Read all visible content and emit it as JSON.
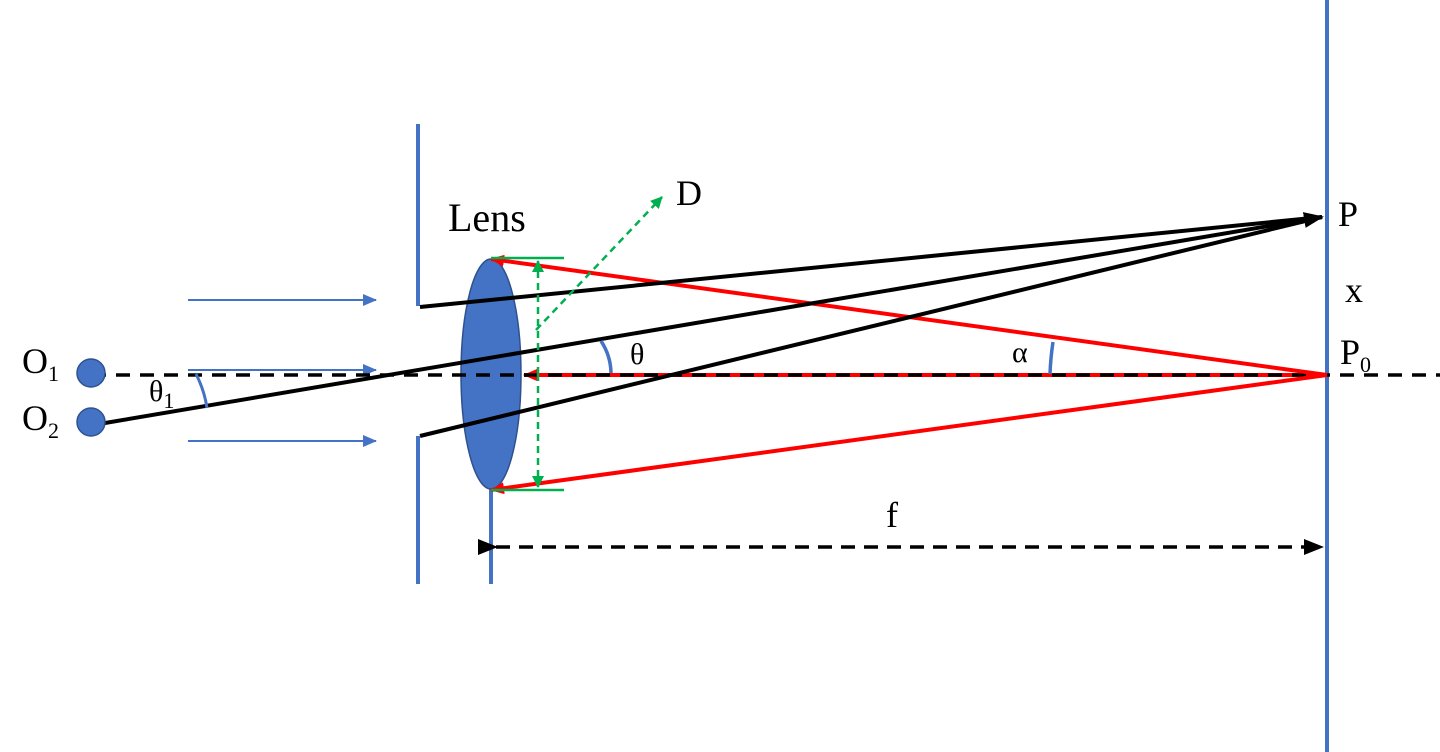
{
  "labels": {
    "lens": "Lens",
    "d": "D",
    "p": "P",
    "x": "x",
    "p0_main": "P",
    "p0_sub": "0",
    "o1_main": "O",
    "o1_sub": "1",
    "o2_main": "O",
    "o2_sub": "2",
    "theta": "θ",
    "theta1_main": "θ",
    "theta1_sub": "1",
    "alpha": "α",
    "f": "f"
  },
  "colors": {
    "blue": "#4472c4",
    "red": "#ff0000",
    "green": "#00b050",
    "black": "#000000"
  }
}
